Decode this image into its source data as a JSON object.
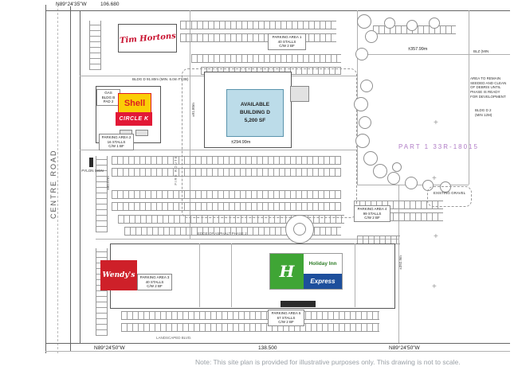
{
  "survey": {
    "top_bearing": "N89°24'35\"W",
    "top_distance": "106.680",
    "bottom_bearing_left": "N89°24'50\"W",
    "bottom_distance": "138.500",
    "bottom_bearing_right": "N89°24'50\"W",
    "part_label": "PART 1 33R-18015",
    "dim_top_right": "±357.99m",
    "dim_mid": "±294.99m",
    "dim_bottom_right": "±392.9m",
    "dim_bldg_v1": "±91.80m",
    "dim_bldg_v2": "±60.97m",
    "dim_bldg_top": "BLDG D 91.80m (MIN. 6.0m FY2B)"
  },
  "roads": {
    "centre_road": "CENTRE ROAD",
    "landscaped_blvd": "LANDSCAPED BLVD.",
    "fire_route": "FIRE ROUTE"
  },
  "tenants": {
    "tim_hortons": "Tim Hortons",
    "shell": "Shell",
    "circle_k": "CIRCLE K",
    "wendys": "Wendy's",
    "holiday_h": "H",
    "holiday_inn": "Holiday Inn",
    "express": "Express"
  },
  "building_d": {
    "available": "AVAILABLE\nBUILDING D\n5,200 SF"
  },
  "gas_pad": {
    "label": "GAS\nBLDG B\nPAD 2"
  },
  "parking_areas": [
    "PARKING AREA 1\n40 STALLS\nC/W 2 BF",
    "PARKING AREA 2\n16 STALLS\nC/W 1 BF",
    "PARKING AREA 3\n40 STALLS\nC/W 2 BF",
    "PARKING AREA 4\n99 STALLS\nC/W 2 BF",
    "PARKING AREA 5\n67 STALLS\nC/W 2 BF"
  ],
  "annotations": {
    "area_to_remain": "AREA TO REMAIN\nSEEDED AND CLEAN\nOF DEBRIS UNTIL\nPHASE IS READY\nFOR DEVELOPMENT",
    "existing_gravel": "EXISTING GRAVEL",
    "edge_of_asphalt": "EDGE OF ASPHALT PHASE 2",
    "pylon_sign": "PYLON SIGN",
    "right_fragment_1": "BLZ (MIN",
    "right_fragment_2": "BLDG D 2\n(MIN 12M)"
  },
  "note": {
    "text": "Note: This site plan is provided for illustrative purposes only. This drawing is not to scale."
  },
  "colors": {
    "shell_yellow": "#FBCE07",
    "shell_red": "#DD1D21",
    "circle_k_red": "#E21836",
    "tim_hortons_red": "#C8102E",
    "wendys_red": "#CE2029",
    "holiday_inn_green": "#3FA535",
    "holiday_inn_blue": "#1D4F9C",
    "available_fill": "#BCDCE9",
    "part_label_purple": "#B07CC6"
  }
}
